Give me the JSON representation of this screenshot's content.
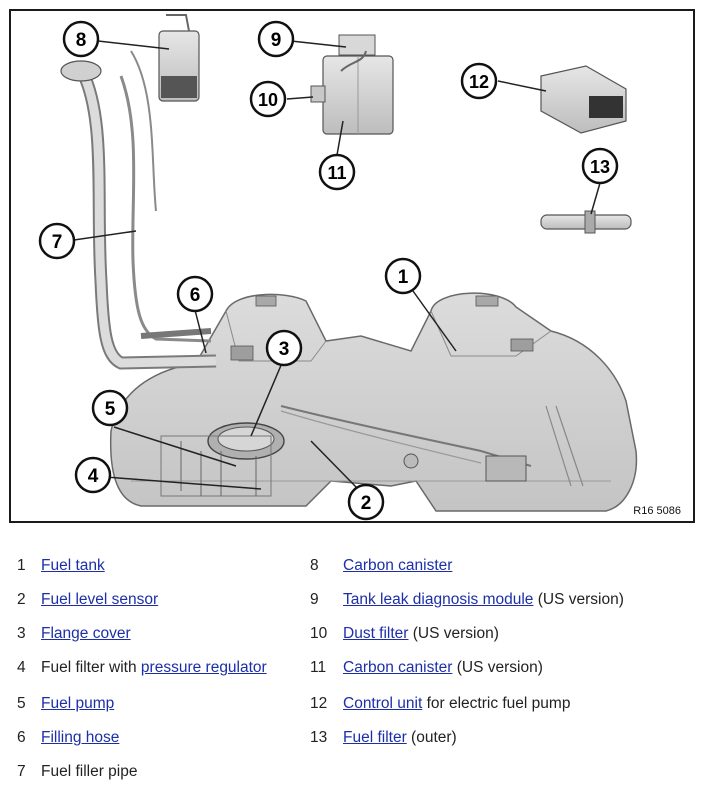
{
  "figure": {
    "reference": "R16 5086",
    "callouts": [
      "1",
      "2",
      "3",
      "4",
      "5",
      "6",
      "7",
      "8",
      "9",
      "10",
      "11",
      "12",
      "13"
    ]
  },
  "legend": {
    "left": [
      {
        "num": "1",
        "link": "Fuel tank",
        "pre": "",
        "suffix": ""
      },
      {
        "num": "2",
        "link": "Fuel level sensor",
        "pre": "",
        "suffix": ""
      },
      {
        "num": "3",
        "link": "Flange cover",
        "pre": "",
        "suffix": ""
      },
      {
        "num": "4",
        "link": "pressure regulator",
        "pre": "Fuel filter with ",
        "suffix": ""
      },
      {
        "num": "5",
        "link": "Fuel pump",
        "pre": "",
        "suffix": ""
      },
      {
        "num": "6",
        "link": "Filling hose",
        "pre": "",
        "suffix": ""
      },
      {
        "num": "7",
        "link": "",
        "pre": "Fuel filler pipe",
        "suffix": ""
      }
    ],
    "right": [
      {
        "num": "8",
        "link": "Carbon canister",
        "pre": "",
        "suffix": ""
      },
      {
        "num": "9",
        "link": "Tank leak diagnosis module",
        "pre": "",
        "suffix": " (US version)"
      },
      {
        "num": "10",
        "link": "Dust filter",
        "pre": "",
        "suffix": " (US version)"
      },
      {
        "num": "11",
        "link": "Carbon canister",
        "pre": "",
        "suffix": " (US version)"
      },
      {
        "num": "12",
        "link": "Control unit",
        "pre": "",
        "suffix": " for electric fuel pump"
      },
      {
        "num": "13",
        "link": "Fuel filter",
        "pre": "",
        "suffix": " (outer)"
      }
    ]
  }
}
